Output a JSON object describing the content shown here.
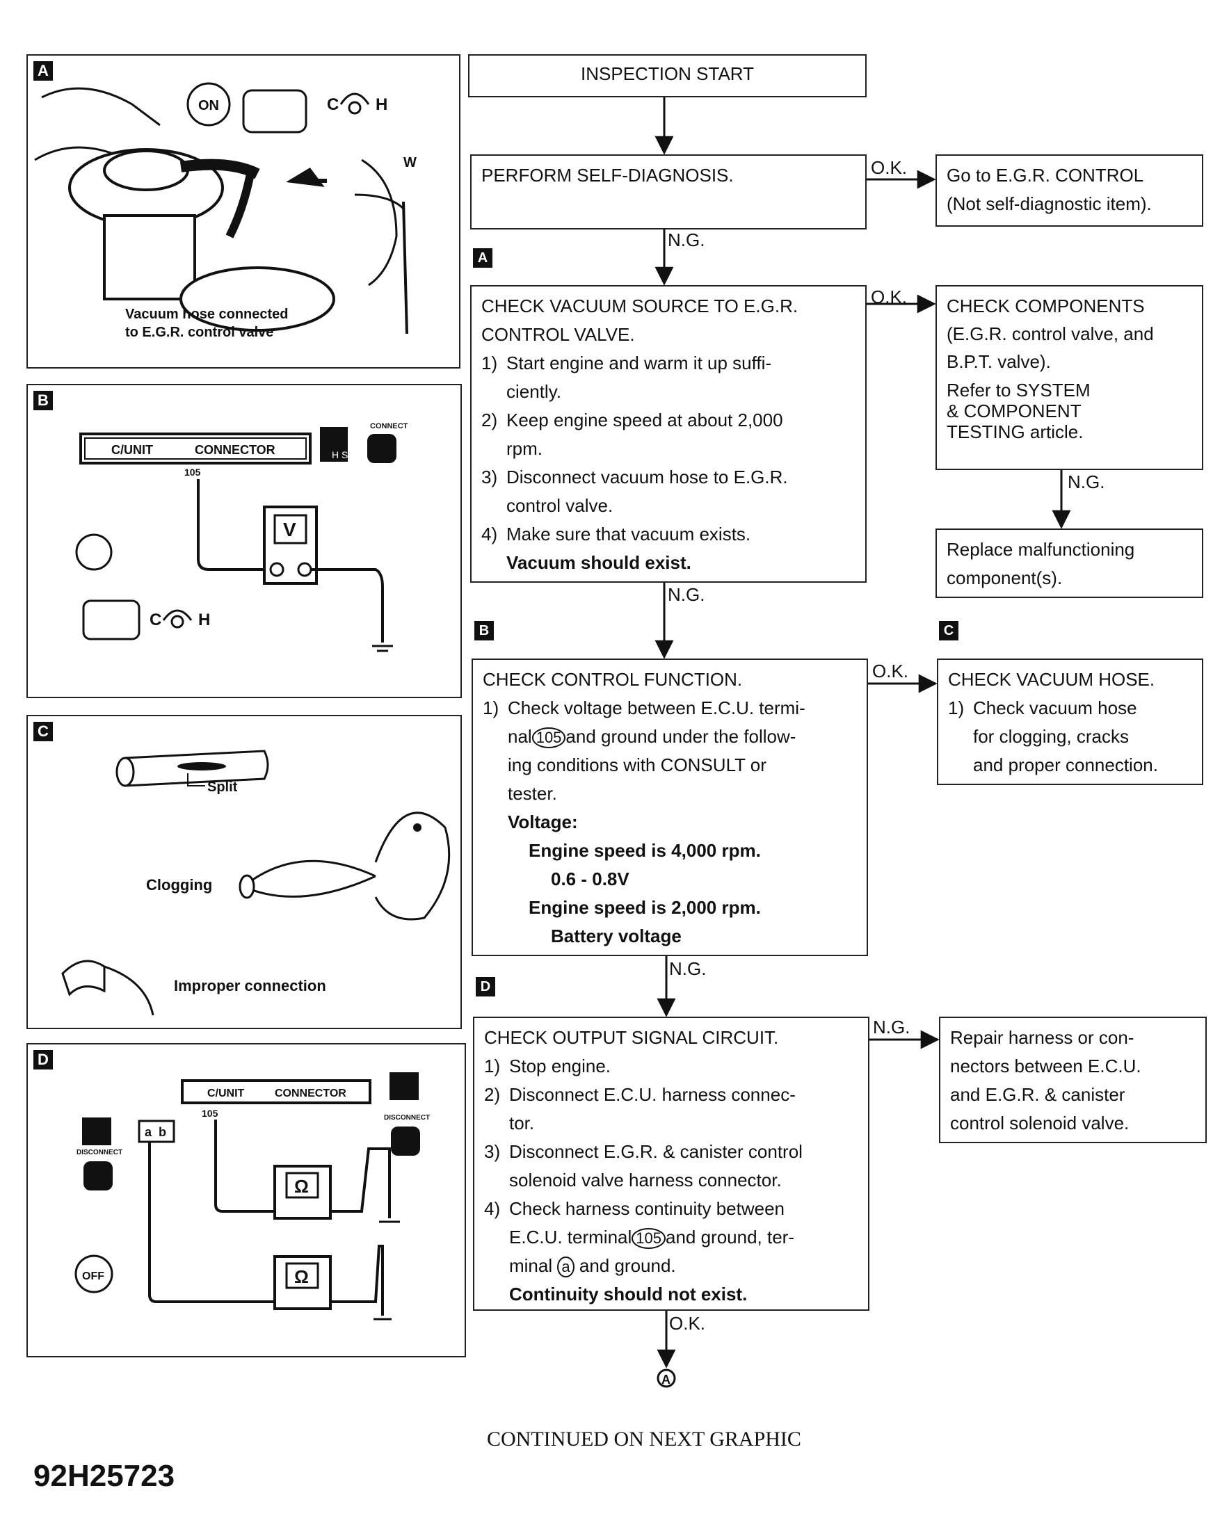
{
  "panels": {
    "a": {
      "tag": "A",
      "hose_label_1": "Vacuum hose connected",
      "hose_label_2": "to E.G.R. control valve",
      "gauge_c": "C",
      "gauge_h": "H"
    },
    "b": {
      "tag": "B",
      "unit_label": "C/UNIT",
      "connector_label": "CONNECTOR",
      "terminal": "105",
      "meter": "V",
      "connect_label": "CONNECT",
      "hs_label": "H S",
      "gauge_c": "C",
      "gauge_h": "H"
    },
    "c": {
      "tag": "C",
      "split": "Split",
      "clogging": "Clogging",
      "improper": "Improper connection"
    },
    "d": {
      "tag": "D",
      "unit_label": "C/UNIT",
      "connector_label": "CONNECTOR",
      "terminal": "105",
      "meter": "Ω",
      "disconnect_label": "DISCONNECT",
      "off_label": "OFF",
      "pin_a": "a",
      "pin_b": "b"
    }
  },
  "flow": {
    "start": "INSPECTION START",
    "self_diag": "PERFORM SELF-DIAGNOSIS.",
    "egr_control_1": "Go to E.G.R. CONTROL",
    "egr_control_2": "(Not self-diagnostic item).",
    "vacuum_source": {
      "title_1": "CHECK VACUUM SOURCE TO E.G.R.",
      "title_2": "CONTROL VALVE.",
      "steps": [
        {
          "num": "1)",
          "l1": "Start engine and warm it up suffi-",
          "l2": "ciently."
        },
        {
          "num": "2)",
          "l1": "Keep engine speed at about 2,000",
          "l2": "rpm."
        },
        {
          "num": "3)",
          "l1": "Disconnect vacuum hose to E.G.R.",
          "l2": "control valve."
        },
        {
          "num": "4)",
          "l1": "Make sure that vacuum exists.",
          "l2": "Vacuum should exist."
        }
      ]
    },
    "components": {
      "l1": "CHECK COMPONENTS",
      "l2": "(E.G.R. control valve, and",
      "l3": "B.P.T. valve).",
      "r1": "Refer to SYSTEM",
      "r2": "& COMPONENT",
      "r3": "TESTING article."
    },
    "replace": {
      "l1": "Replace malfunctioning",
      "l2": "component(s)."
    },
    "control_function": {
      "title": "CHECK CONTROL FUNCTION.",
      "s1": "1)",
      "s1a": "Check voltage between E.C.U. termi-",
      "s1b_pre": "nal",
      "terminal": "105",
      "s1b_post": "and ground under the follow-",
      "s1c": "ing conditions with CONSULT or",
      "s1d": "tester.",
      "voltage": "Voltage:",
      "c1": "Engine speed is 4,000 rpm.",
      "v1": "0.6 - 0.8V",
      "c2": "Engine speed is 2,000 rpm.",
      "v2": "Battery voltage"
    },
    "vacuum_hose": {
      "title": "CHECK VACUUM HOSE.",
      "num": "1)",
      "l1": "Check vacuum hose",
      "l2": "for clogging, cracks",
      "l3": "and proper connection."
    },
    "output_signal": {
      "title": "CHECK OUTPUT SIGNAL CIRCUIT.",
      "s1n": "1)",
      "s1": "Stop engine.",
      "s2n": "2)",
      "s2a": "Disconnect E.C.U. harness connec-",
      "s2b": "tor.",
      "s3n": "3)",
      "s3a": "Disconnect E.G.R. & canister control",
      "s3b": "solenoid valve harness connector.",
      "s4n": "4)",
      "s4a": "Check harness continuity between",
      "s4b_pre": "E.C.U. terminal",
      "terminal": "105",
      "s4b_post": "and ground, ter-",
      "s4c_pre": "minal",
      "pin": "a",
      "s4c_post": "and ground.",
      "s4d": "Continuity should not exist."
    },
    "repair": {
      "l1": "Repair harness or con-",
      "l2": "nectors between E.C.U.",
      "l3": "and E.G.R. & canister",
      "l4": "control solenoid valve."
    },
    "labels": {
      "ok": "O.K.",
      "ng": "N.G."
    },
    "connector_A": "A",
    "tags": {
      "a": "A",
      "b": "B",
      "c": "C",
      "d": "D"
    }
  },
  "footer": "CONTINUED ON NEXT GRAPHIC",
  "doc_id": "92H25723"
}
